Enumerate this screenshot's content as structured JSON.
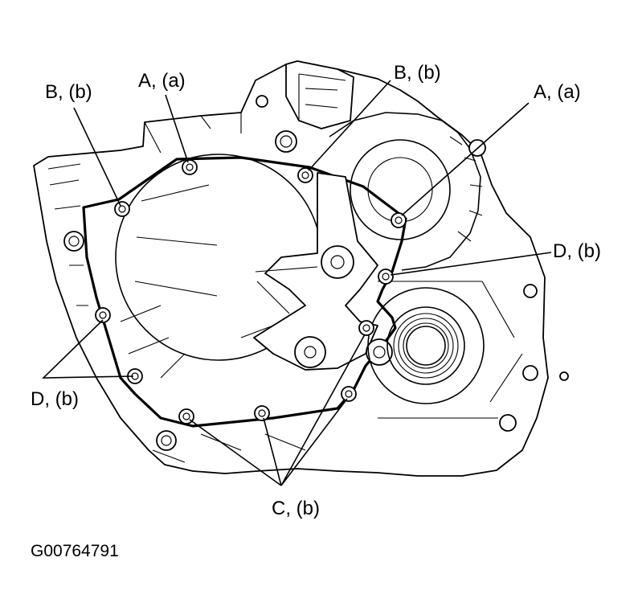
{
  "labels": {
    "b_top_left": "B, (b)",
    "a_top_left": "A, (a)",
    "b_top_right": "B, (b)",
    "a_top_right": "A, (a)",
    "d_right": "D, (b)",
    "d_left": "D, (b)",
    "c_bottom": "C, (b)"
  },
  "figure_id": "G00764791"
}
